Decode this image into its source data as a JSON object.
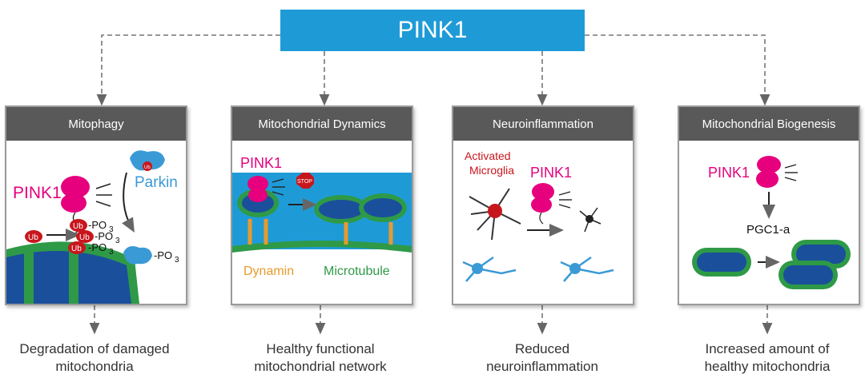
{
  "title": "PINK1",
  "panels": [
    {
      "heading": "Mitophagy",
      "labels": {
        "pink1": "PINK1",
        "parkin": "Parkin",
        "ub": "Ub",
        "po3": "-PO",
        "sub3": "3"
      },
      "outcome": [
        "Degradation of damaged",
        "mitochondria"
      ]
    },
    {
      "heading": "Mitochondrial Dynamics",
      "labels": {
        "pink1": "PINK1",
        "stop": "STOP",
        "dynamin": "Dynamin",
        "microtubule": "Microtubule"
      },
      "outcome": [
        "Healthy functional",
        "mitochondrial network"
      ]
    },
    {
      "heading": "Neuroinflammation",
      "labels": {
        "activated": "Activated",
        "microglia": "Microglia",
        "pink1": "PINK1"
      },
      "outcome": [
        "Reduced",
        "neuroinflammation"
      ]
    },
    {
      "heading": "Mitochondrial Biogenesis",
      "labels": {
        "pink1": "PINK1",
        "pgc": "PGC1-a"
      },
      "outcome": [
        "Increased amount of",
        "healthy mitochondria"
      ]
    }
  ],
  "colors": {
    "accent_blue": "#1e9bd7",
    "header_gray": "#595959",
    "pink": "#e6007e",
    "mito_green": "#2e9a47",
    "mito_blue": "#1a4f9c",
    "parkin_blue": "#3a9ad6",
    "ub_red": "#c8161d",
    "dynamin_orange": "#e89a2c"
  }
}
